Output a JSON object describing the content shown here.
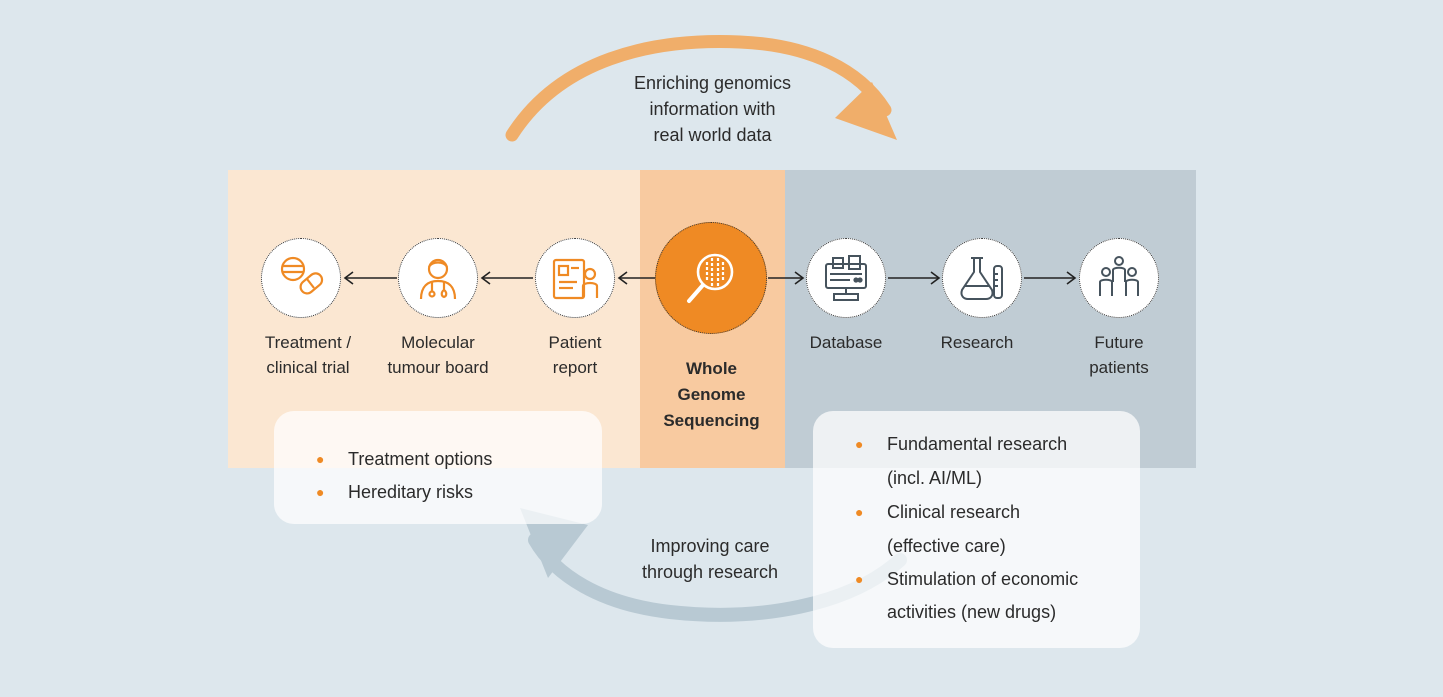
{
  "top_caption": [
    "Enriching genomics",
    "information with",
    "real world data"
  ],
  "bottom_caption": [
    "Improving care",
    "through research"
  ],
  "nodes_left": [
    {
      "label": [
        "Treatment /",
        "clinical trial"
      ],
      "icon": "pills-icon"
    },
    {
      "label": [
        "Molecular",
        "tumour board"
      ],
      "icon": "doctor-icon"
    },
    {
      "label": [
        "Patient",
        "report"
      ],
      "icon": "patient-report-icon"
    }
  ],
  "center_node": {
    "label": [
      "Whole",
      "Genome",
      "Sequencing"
    ],
    "icon": "magnifier-dna-icon"
  },
  "nodes_right": [
    {
      "label": [
        "Database"
      ],
      "icon": "database-icon"
    },
    {
      "label": [
        "Research"
      ],
      "icon": "flask-icon"
    },
    {
      "label": [
        "Future",
        "patients"
      ],
      "icon": "people-icon"
    }
  ],
  "left_box": {
    "items": [
      "Treatment options",
      "Hereditary risks"
    ]
  },
  "right_box": {
    "items": [
      [
        "Fundamental research",
        "(incl. AI/ML)"
      ],
      [
        "Clinical research",
        "(effective care)"
      ],
      [
        "Stimulation of economic",
        "activities (new drugs)"
      ]
    ]
  },
  "colors": {
    "accent": "#ef8a24",
    "top_arrow": "#f0ae6a",
    "bottom_arrow": "#b8c9d3",
    "background": "#dde7ed"
  }
}
